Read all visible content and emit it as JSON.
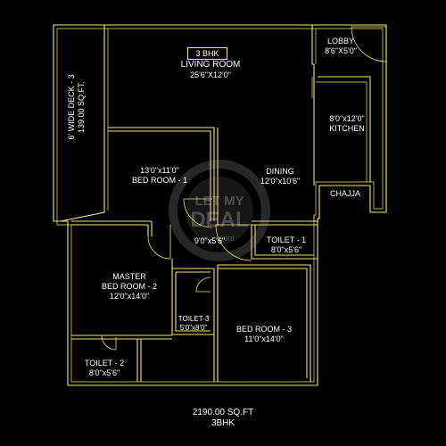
{
  "badge": "3 BHK",
  "rooms": {
    "living": {
      "name": "LIVING ROOM",
      "size": "25'6\"X12'0\""
    },
    "lobby": {
      "name": "LOBBY",
      "size": "8'6\"X5'0\""
    },
    "kitchen": {
      "size": "8'0\"x12'0\"",
      "name": "KITCHEN"
    },
    "deck": {
      "name": "6' WIDE DECK - 3",
      "area": "139.00 SQ.FT."
    },
    "bedroom1": {
      "size": "13'0\"x11'0\"",
      "name": "BED ROOM - 1"
    },
    "dining": {
      "name": "DINING",
      "size": "12'0\"x10'6\""
    },
    "chajja": {
      "name": "CHAJJA"
    },
    "passage": {
      "size": "9'0\"x5'6\""
    },
    "toilet1": {
      "name": "TOILET - 1",
      "size": "8'0\"x5'6\""
    },
    "master": {
      "name": "MASTER",
      "name2": "BED ROOM - 2",
      "size": "12'0\"x14'0\""
    },
    "toilet3": {
      "name": "TOILET-3",
      "size": "5'0\"x8'0\""
    },
    "bedroom3": {
      "name": "BED ROOM - 3",
      "size": "11'0\"x14'0\""
    },
    "toilet2": {
      "name": "TOILET - 2",
      "size": "8'0\"x5'6\""
    }
  },
  "footer": {
    "area": "2190.00 SQ.FT",
    "type": "3BHK"
  },
  "watermark": {
    "line1": "LET MY",
    "line2": "DEAL",
    "line3": ".com"
  },
  "colors": {
    "wall": "#f2e96a",
    "background": "#000000",
    "text": "#ffffff"
  }
}
